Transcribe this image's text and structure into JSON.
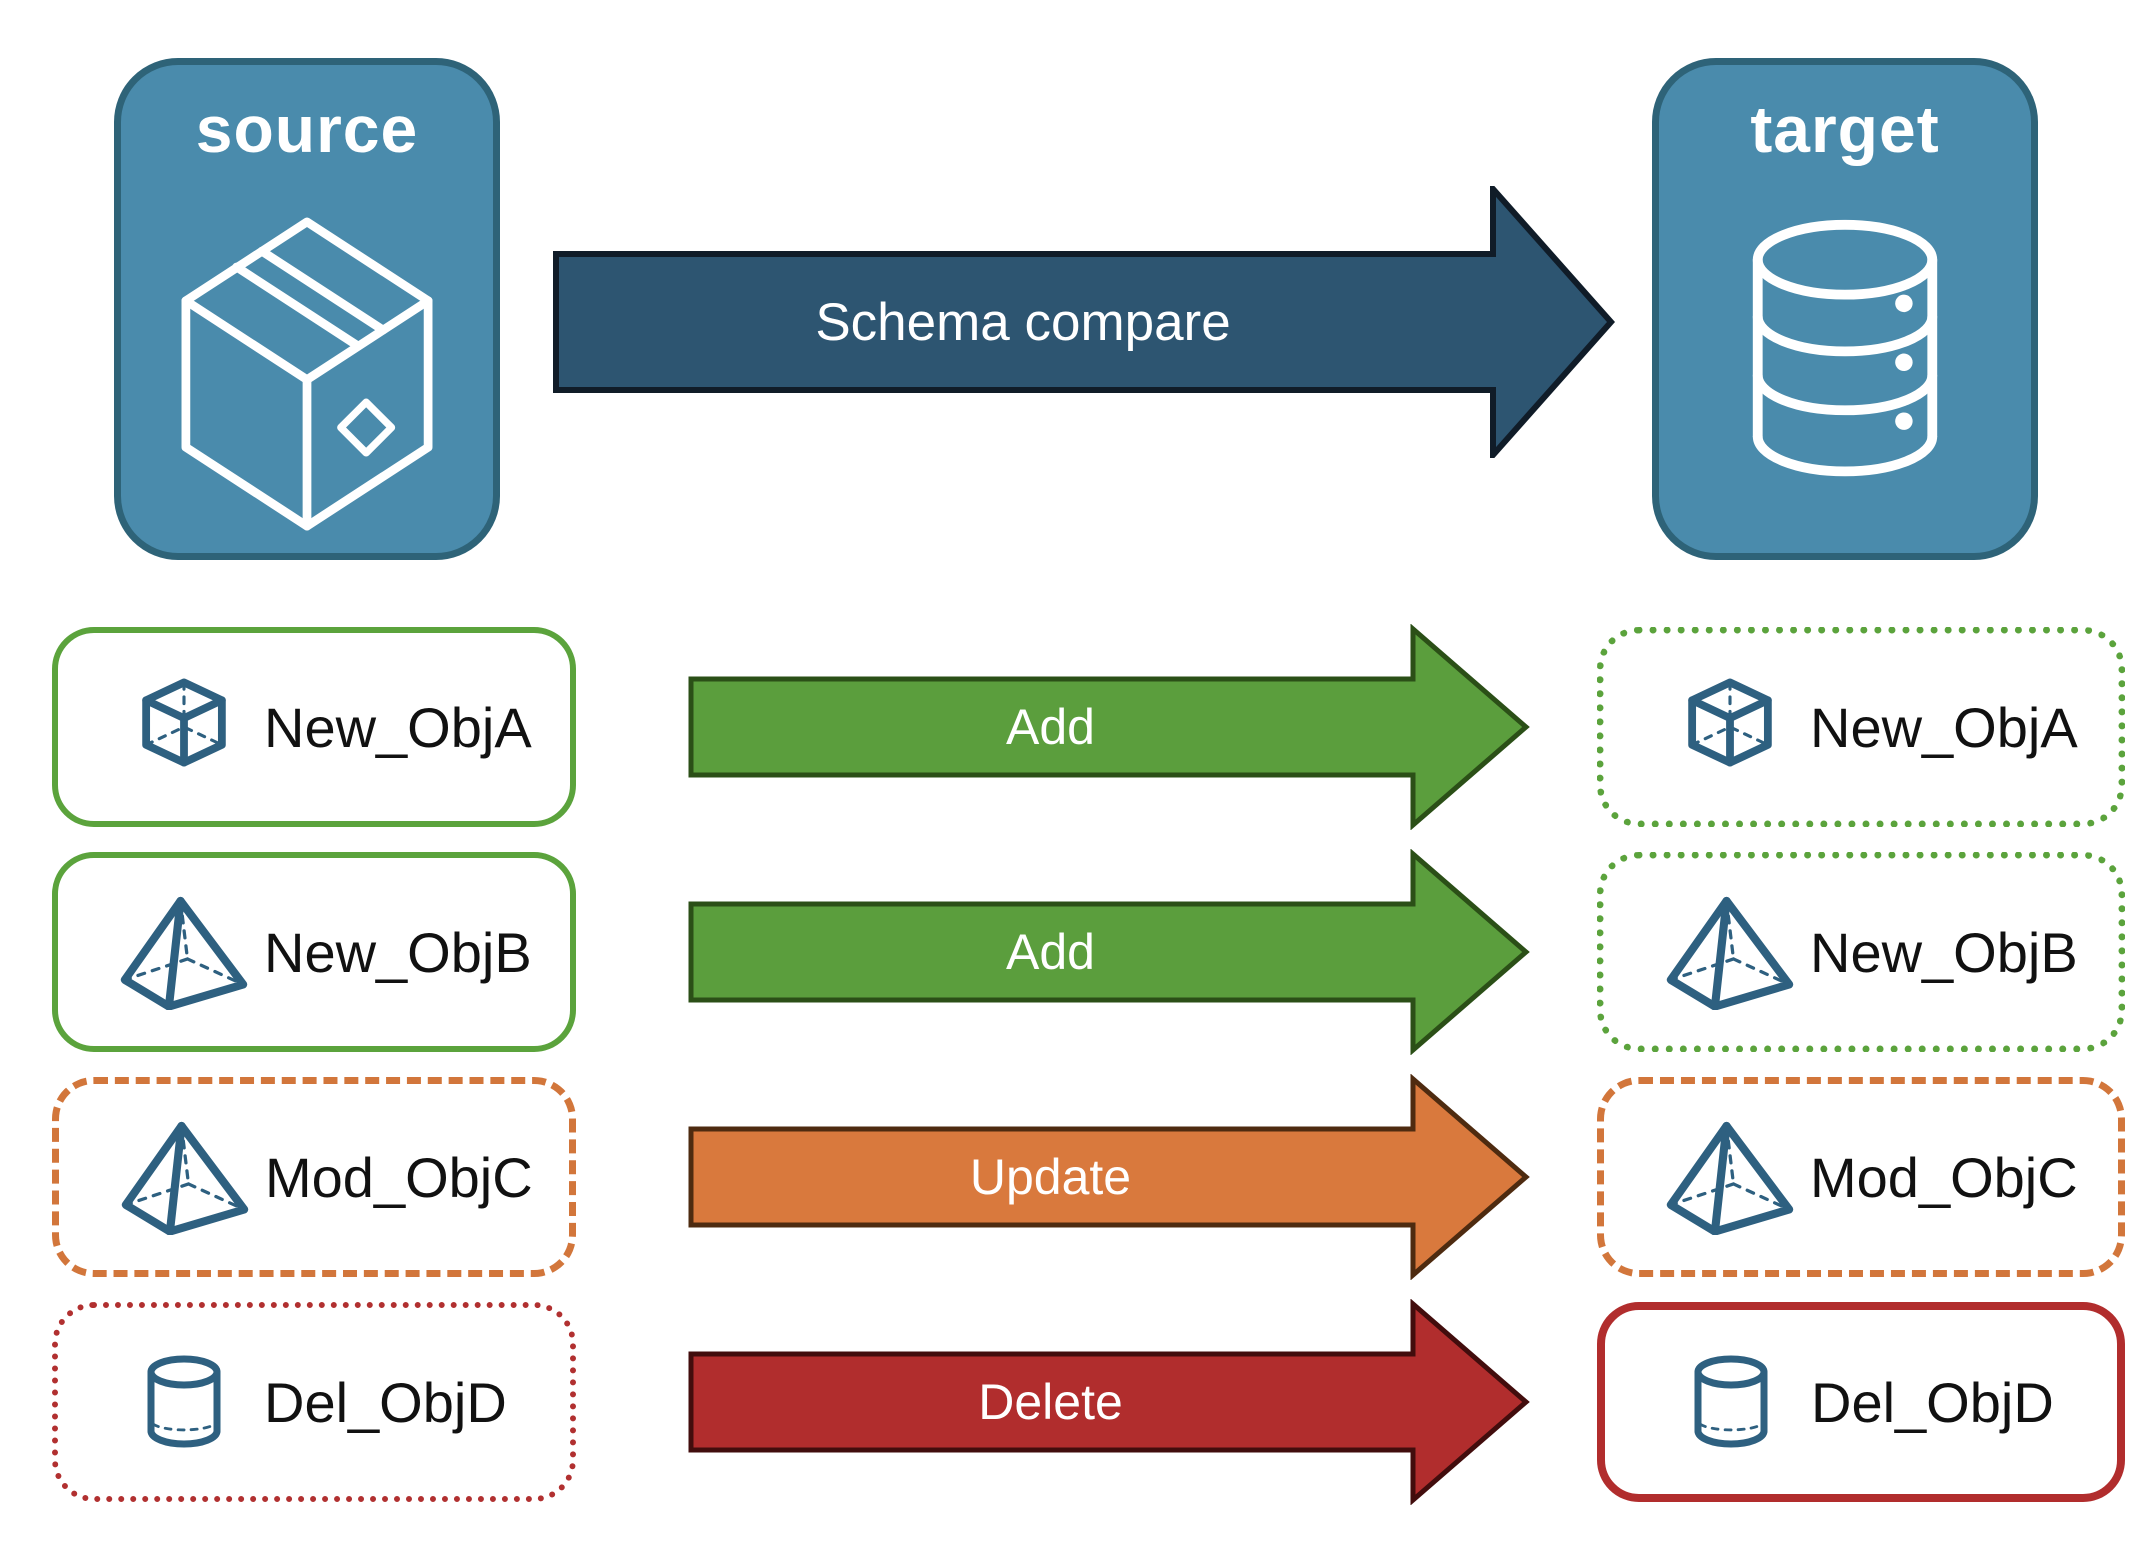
{
  "source_panel": {
    "title": "source",
    "icon": "package-icon"
  },
  "target_panel": {
    "title": "target",
    "icon": "database-icon"
  },
  "compare_arrow": {
    "label": "Schema compare"
  },
  "rows": [
    {
      "name": "New_ObjA",
      "icon": "cube-icon",
      "action": "Add",
      "source_border": "solid-green",
      "target_border": "dotted-green"
    },
    {
      "name": "New_ObjB",
      "icon": "pyramid-icon",
      "action": "Add",
      "source_border": "solid-green",
      "target_border": "dotted-green"
    },
    {
      "name": "Mod_ObjC",
      "icon": "pyramid-icon",
      "action": "Update",
      "source_border": "dashed-orange",
      "target_border": "dashed-orange"
    },
    {
      "name": "Del_ObjD",
      "icon": "cylinder-icon",
      "action": "Delete",
      "source_border": "dotted-red",
      "target_border": "solid-red"
    }
  ],
  "colors": {
    "panel_fill": "#4A8BAC",
    "panel_border": "#2E6378",
    "compare_arrow_fill": "#2D5571",
    "add_green": "#5B9E3D",
    "update_orange": "#D9793D",
    "delete_red": "#B12D2D",
    "icon_navy": "#2E6080"
  }
}
